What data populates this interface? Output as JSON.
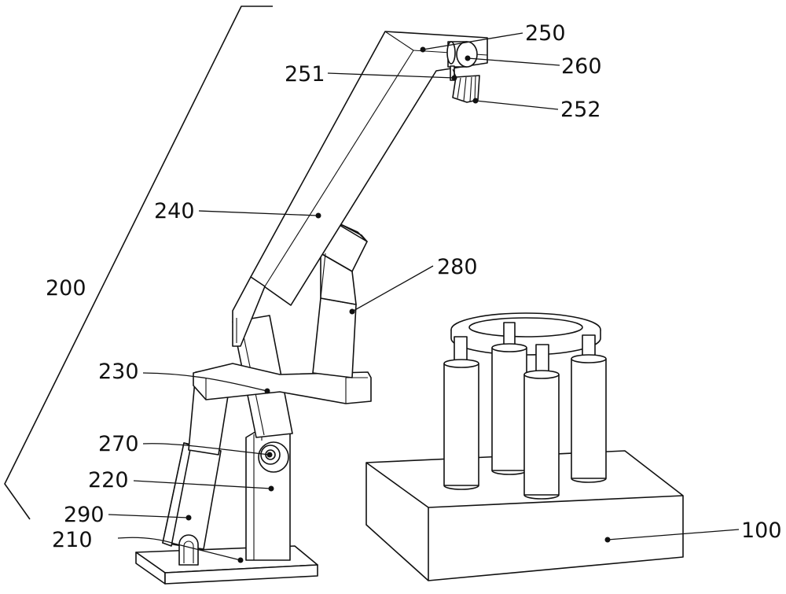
{
  "figure": {
    "labels": {
      "l100": "100",
      "l200": "200",
      "l210": "210",
      "l220": "220",
      "l230": "230",
      "l240": "240",
      "l250": "250",
      "l251": "251",
      "l252": "252",
      "l260": "260",
      "l270": "270",
      "l280": "280",
      "l290": "290"
    }
  }
}
